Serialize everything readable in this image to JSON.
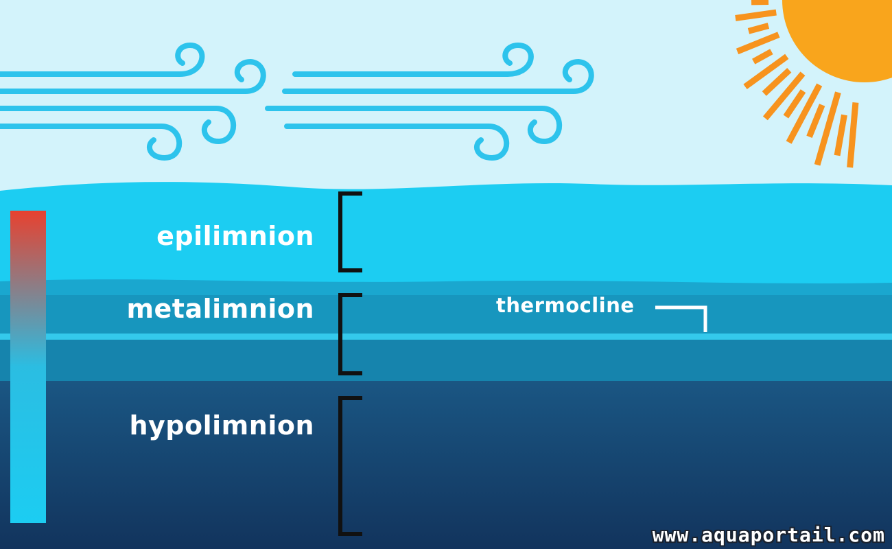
{
  "layers": {
    "epilimnion": "epilimnion",
    "metalimnion": "metalimnion",
    "hypolimnion": "hypolimnion"
  },
  "thermocline_label": "thermocline",
  "watermark": "www.aquaportail.com",
  "colors": {
    "sky": "#d3f3fb",
    "epilimnion": "#1ccdf2",
    "metalimnion": "#1492b8",
    "hypolimnion": "#163f6c",
    "wind": "#2dc3ec",
    "sun_rays": "#f7931e",
    "sun_core": "#f9a51c",
    "bracket": "#111111",
    "temp_warm": "#e8412f",
    "temp_cold": "#1ccdf2"
  },
  "icons": [
    "wind-icon",
    "sun-icon",
    "temperature-gradient-bar"
  ]
}
